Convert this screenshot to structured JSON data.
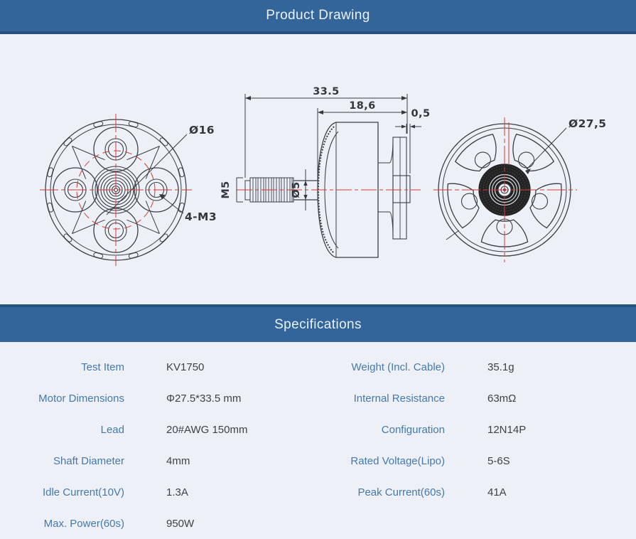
{
  "colors": {
    "accent": "#33659a",
    "accent_dark": "#24527f",
    "label_blue": "#4579ac",
    "line": "#3a3e46",
    "red": "#d23c34"
  },
  "header": {
    "title": "Product Drawing"
  },
  "drawing": {
    "labels": {
      "overall_length": "33.5",
      "body_length": "18,6",
      "step": "0,5",
      "shaft_thread_dia": "Ø5",
      "thread": "M5",
      "bolt_circle": "Ø16",
      "mount_holes": "4-M3",
      "motor_dia": "Ø27,5"
    }
  },
  "specifications": {
    "title": "Specifications",
    "rows": [
      {
        "left_label": "Test Item",
        "left_value": "KV1750",
        "right_label": "Weight (Incl. Cable)",
        "right_value": "35.1g"
      },
      {
        "left_label": "Motor Dimensions",
        "left_value": "Φ27.5*33.5 mm",
        "right_label": "Internal Resistance",
        "right_value": "63mΩ"
      },
      {
        "left_label": "Lead",
        "left_value": "20#AWG 150mm",
        "right_label": "Configuration",
        "right_value": "12N14P"
      },
      {
        "left_label": "Shaft Diameter",
        "left_value": "4mm",
        "right_label": "Rated Voltage(Lipo)",
        "right_value": "5-6S"
      },
      {
        "left_label": "Idle Current(10V)",
        "left_value": "1.3A",
        "right_label": "Peak Current(60s)",
        "right_value": "41A"
      },
      {
        "left_label": "Max. Power(60s)",
        "left_value": "950W",
        "right_label": "",
        "right_value": ""
      }
    ]
  }
}
